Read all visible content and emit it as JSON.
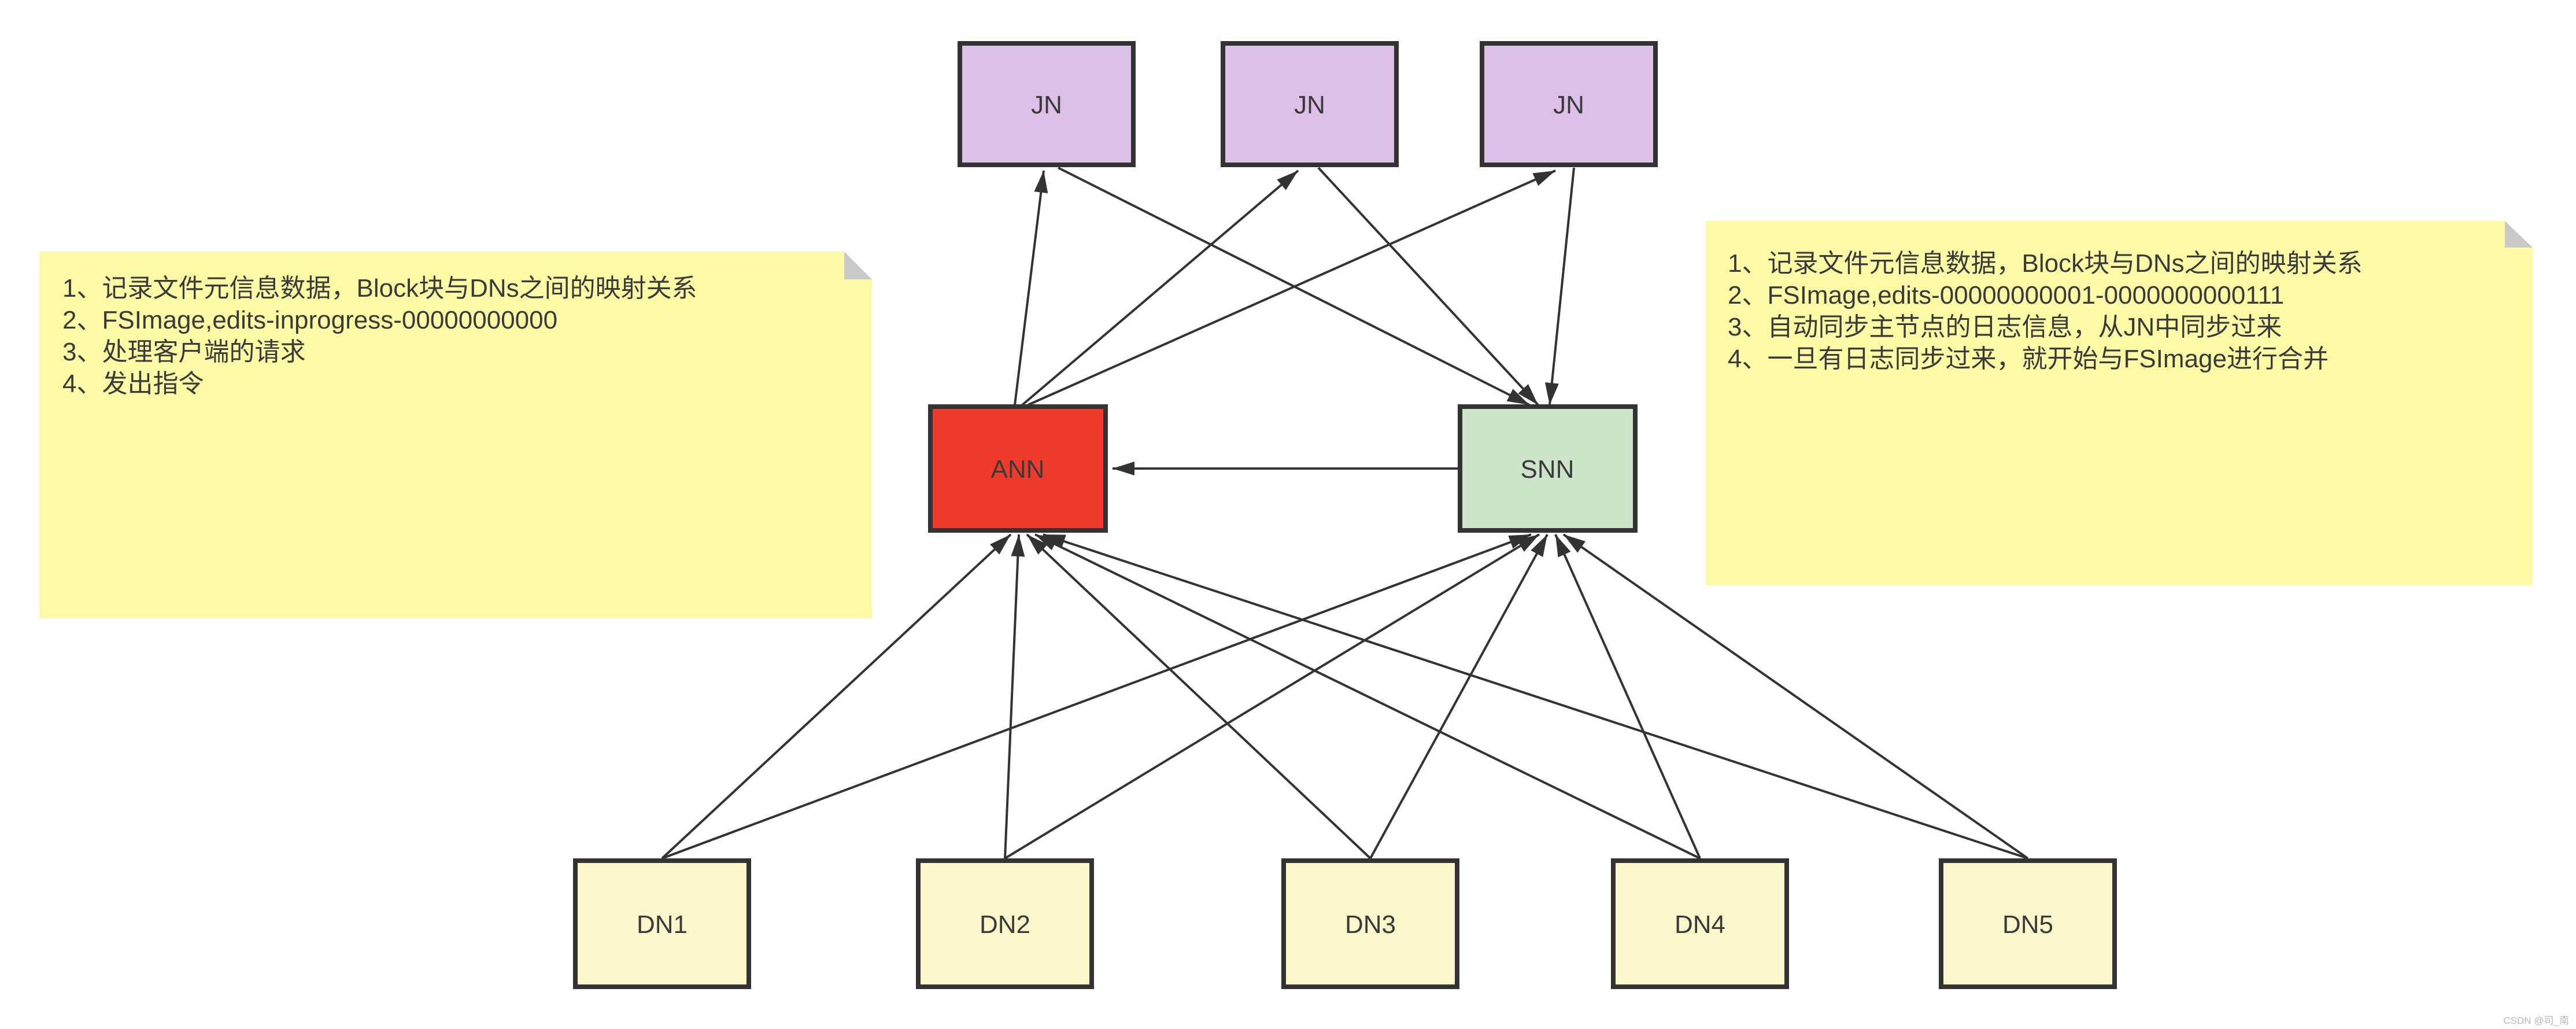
{
  "colors": {
    "background": "#ffffff",
    "line": "#333333",
    "text": "#3a3a3a",
    "jn_fill": "#dcc0e8",
    "ann_fill": "#ef3b2c",
    "snn_fill": "#cce5c9",
    "dn_fill": "#fbf7cb",
    "note_fill": "#fcfaa5",
    "note_fold": "#c9c9c9",
    "watermark": "#b8b8b8"
  },
  "nodes": {
    "jn1": {
      "label": "JN"
    },
    "jn2": {
      "label": "JN"
    },
    "jn3": {
      "label": "JN"
    },
    "ann": {
      "label": "ANN"
    },
    "snn": {
      "label": "SNN"
    },
    "dn1": {
      "label": "DN1"
    },
    "dn2": {
      "label": "DN2"
    },
    "dn3": {
      "label": "DN3"
    },
    "dn4": {
      "label": "DN4"
    },
    "dn5": {
      "label": "DN5"
    }
  },
  "notes": {
    "left": {
      "lines": [
        "1、记录文件元信息数据，Block块与DNs之间的映射关系",
        "2、FSImage,edits-inprogress-00000000000",
        "3、处理客户端的请求",
        "4、发出指令"
      ]
    },
    "right": {
      "lines": [
        "1、记录文件元信息数据，Block块与DNs之间的映射关系",
        "2、FSImage,edits-00000000001-0000000000111",
        "3、自动同步主节点的日志信息，从JN中同步过来",
        "4、一旦有日志同步过来，就开始与FSImage进行合并"
      ]
    }
  },
  "watermark": "CSDN @司_南"
}
